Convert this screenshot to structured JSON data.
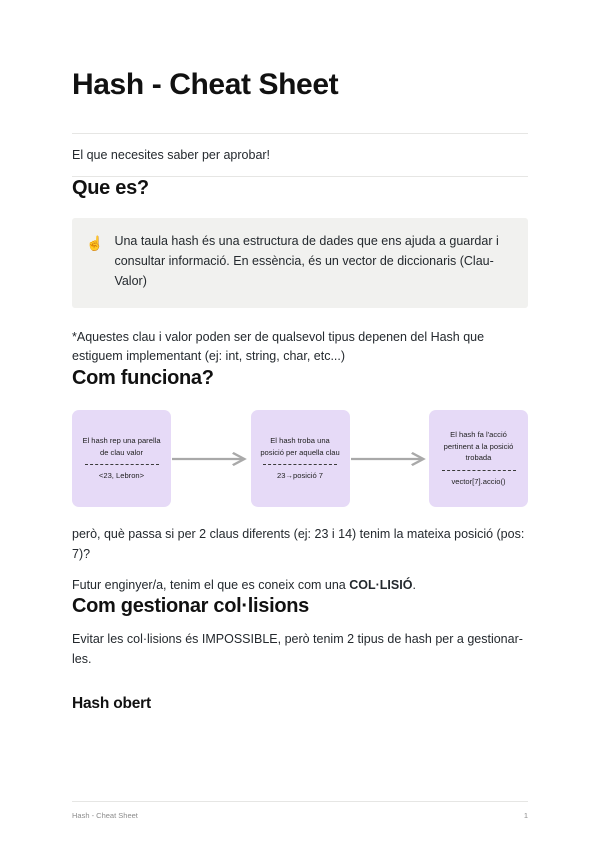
{
  "document": {
    "title": "Hash - Cheat Sheet",
    "subtitle": "El que necesites saber per aprobar!"
  },
  "sections": {
    "que_es": {
      "heading": "Que es?",
      "callout": {
        "icon": "index-pointing-up-emoji",
        "glyph": "☝️",
        "text": "Una taula hash és una estructura de dades que ens ajuda a guardar i consultar informació. En essència, és un vector de diccionaris (Clau-Valor)",
        "background": "#f1f1ef"
      },
      "note": "*Aquestes clau i valor poden ser de qualsevol tipus depenen del Hash que estiguem implementant (ej: int, string, char, etc...)"
    },
    "com_funciona": {
      "heading": "Com funciona?",
      "diagram": {
        "box_color": "#e6daf7",
        "arrow_color": "#a9a9a9",
        "steps": [
          {
            "title": "El hash rep una parella de clau valor",
            "code": "<23, Lebron>"
          },
          {
            "title": "El hash troba una posició per aquella clau",
            "code": "23→posició 7"
          },
          {
            "title": "El hash fa l'acció pertinent a la posició trobada",
            "code": "vector[7].accio()"
          }
        ]
      },
      "question": "però, què passa si per 2 claus diferents (ej: 23 i 14) tenim la mateixa posició (pos: 7)?",
      "futur_prefix": "Futur enginyer/a, tenim el que es coneix com una ",
      "futur_bold": "COL·LISIÓ",
      "futur_suffix": "."
    },
    "com_gestionar": {
      "heading": "Com gestionar col·lisions",
      "body": "Evitar les col·lisions és IMPOSSIBLE, però tenim 2 tipus de hash per a gestionar-les.",
      "subheading": "Hash obert"
    }
  },
  "footer": {
    "left": "Hash - Cheat Sheet",
    "page_number": "1"
  }
}
